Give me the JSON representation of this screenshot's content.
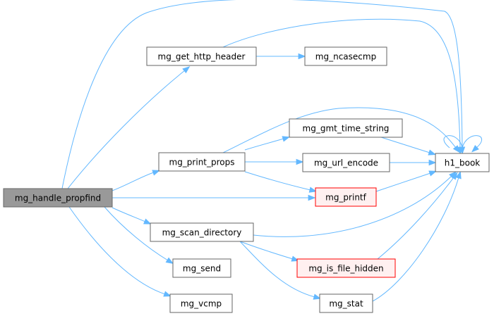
{
  "colors": {
    "edge": "#63b8ff",
    "node_fill": "#ffffff",
    "node_stroke": "#666666",
    "root_fill": "#999999",
    "root_stroke": "#666666",
    "warn_fill": "#fff0f0",
    "warn_stroke": "#ff0000"
  },
  "nodes": [
    {
      "id": "mg_handle_propfind",
      "label": "mg_handle_propfind",
      "style": "root"
    },
    {
      "id": "mg_get_http_header",
      "label": "mg_get_http_header",
      "style": "normal"
    },
    {
      "id": "mg_ncasecmp",
      "label": "mg_ncasecmp",
      "style": "normal"
    },
    {
      "id": "mg_gmt_time_string",
      "label": "mg_gmt_time_string",
      "style": "normal"
    },
    {
      "id": "mg_print_props",
      "label": "mg_print_props",
      "style": "normal"
    },
    {
      "id": "mg_url_encode",
      "label": "mg_url_encode",
      "style": "normal"
    },
    {
      "id": "h1_book",
      "label": "h1_book",
      "style": "normal"
    },
    {
      "id": "mg_printf",
      "label": "mg_printf",
      "style": "warn"
    },
    {
      "id": "mg_scan_directory",
      "label": "mg_scan_directory",
      "style": "normal"
    },
    {
      "id": "mg_is_file_hidden",
      "label": "mg_is_file_hidden",
      "style": "warn"
    },
    {
      "id": "mg_send",
      "label": "mg_send",
      "style": "normal"
    },
    {
      "id": "mg_stat",
      "label": "mg_stat",
      "style": "normal"
    },
    {
      "id": "mg_vcmp",
      "label": "mg_vcmp",
      "style": "normal"
    }
  ],
  "edges": [
    {
      "from": "mg_handle_propfind",
      "to": "h1_book"
    },
    {
      "from": "mg_handle_propfind",
      "to": "mg_get_http_header"
    },
    {
      "from": "mg_handle_propfind",
      "to": "mg_print_props"
    },
    {
      "from": "mg_handle_propfind",
      "to": "mg_printf"
    },
    {
      "from": "mg_handle_propfind",
      "to": "mg_scan_directory"
    },
    {
      "from": "mg_handle_propfind",
      "to": "mg_send"
    },
    {
      "from": "mg_handle_propfind",
      "to": "mg_vcmp"
    },
    {
      "from": "mg_get_http_header",
      "to": "mg_ncasecmp"
    },
    {
      "from": "mg_get_http_header",
      "to": "h1_book"
    },
    {
      "from": "mg_print_props",
      "to": "h1_book"
    },
    {
      "from": "mg_print_props",
      "to": "mg_gmt_time_string"
    },
    {
      "from": "mg_print_props",
      "to": "mg_url_encode"
    },
    {
      "from": "mg_print_props",
      "to": "mg_printf"
    },
    {
      "from": "mg_gmt_time_string",
      "to": "h1_book"
    },
    {
      "from": "mg_url_encode",
      "to": "h1_book"
    },
    {
      "from": "mg_printf",
      "to": "h1_book"
    },
    {
      "from": "h1_book",
      "to": "h1_book"
    },
    {
      "from": "mg_scan_directory",
      "to": "h1_book"
    },
    {
      "from": "mg_scan_directory",
      "to": "mg_is_file_hidden"
    },
    {
      "from": "mg_scan_directory",
      "to": "mg_stat"
    },
    {
      "from": "mg_is_file_hidden",
      "to": "h1_book"
    },
    {
      "from": "mg_stat",
      "to": "h1_book"
    }
  ]
}
